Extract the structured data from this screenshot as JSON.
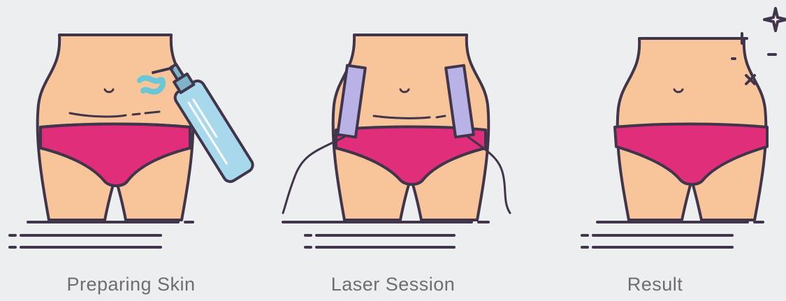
{
  "steps": [
    {
      "label": "Preparing Skin",
      "icon": "skin-gel-bottle-icon"
    },
    {
      "label": "Laser Session",
      "icon": "laser-paddles-icon"
    },
    {
      "label": "Result",
      "icon": "sparkle-icon"
    }
  ],
  "colors": {
    "background": "#edeeef",
    "skin": "#f8c59a",
    "skin_shade": "#ef9f6f",
    "underwear": "#e02e7a",
    "outline": "#40354a",
    "gel_bottle": "#a8d8ec",
    "laser_paddle": "#b8b2e6",
    "caption": "#6e6e70"
  }
}
